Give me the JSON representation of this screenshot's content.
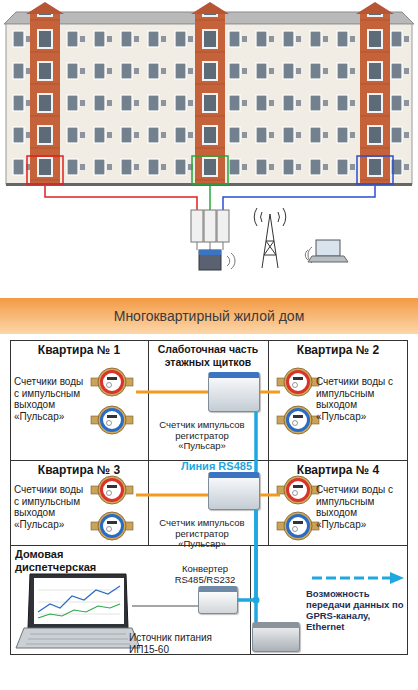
{
  "diagram": {
    "title": "Многоквартирный жилой дом",
    "nodes": [
      {
        "text": [
          "Квартира № 1"
        ]
      },
      {
        "text": [
          "Счетчики воды с импульсным выходом «Пульсар»"
        ],
        "in": 0
      },
      {
        "text": [
          "Слаботочная часть этажных щитков"
        ]
      },
      {
        "text": [
          "Счетчик импульсов регистратор «Пульсар»"
        ],
        "in": 2
      },
      {
        "text": [
          "Квартира № 2"
        ]
      },
      {
        "text": [
          "Счетчики воды с импульсным выходом «Пульсар»"
        ],
        "in": 4
      },
      {
        "text": [
          "Квартира № 3"
        ]
      },
      {
        "text": [
          "Счетчики воды с импульсным выходом «Пульсар»"
        ],
        "in": 6
      },
      {
        "text": [
          "Счетчик импульсов регистратор «Пульсар»"
        ]
      },
      {
        "text": [
          "Квартира № 4"
        ]
      },
      {
        "text": [
          "Счетчики воды с импульсным выходом «Пульсар»"
        ],
        "in": 9
      },
      {
        "text": [
          "Домовая диспетчерская"
        ]
      },
      {
        "text": [
          "Конвертер RS485/RS232"
        ],
        "in": 11
      },
      {
        "text": [
          "Источник питания ИП15-60"
        ]
      }
    ],
    "edges": [
      {
        "from": 1,
        "to": 3,
        "arrow": "none"
      },
      {
        "from": 5,
        "to": 3,
        "arrow": "none"
      },
      {
        "from": 7,
        "to": 8,
        "arrow": "none"
      },
      {
        "from": 10,
        "to": 8,
        "arrow": "none"
      },
      {
        "from": 3,
        "to": 8,
        "label": "Линия RS485",
        "arrow": "none"
      },
      {
        "from": 8,
        "to": 12,
        "arrow": "none"
      },
      {
        "from": 8,
        "to": 13,
        "arrow": "none"
      }
    ],
    "labels": [
      "Возможность передачи данных по GPRS-каналу, Ethernet"
    ]
  }
}
